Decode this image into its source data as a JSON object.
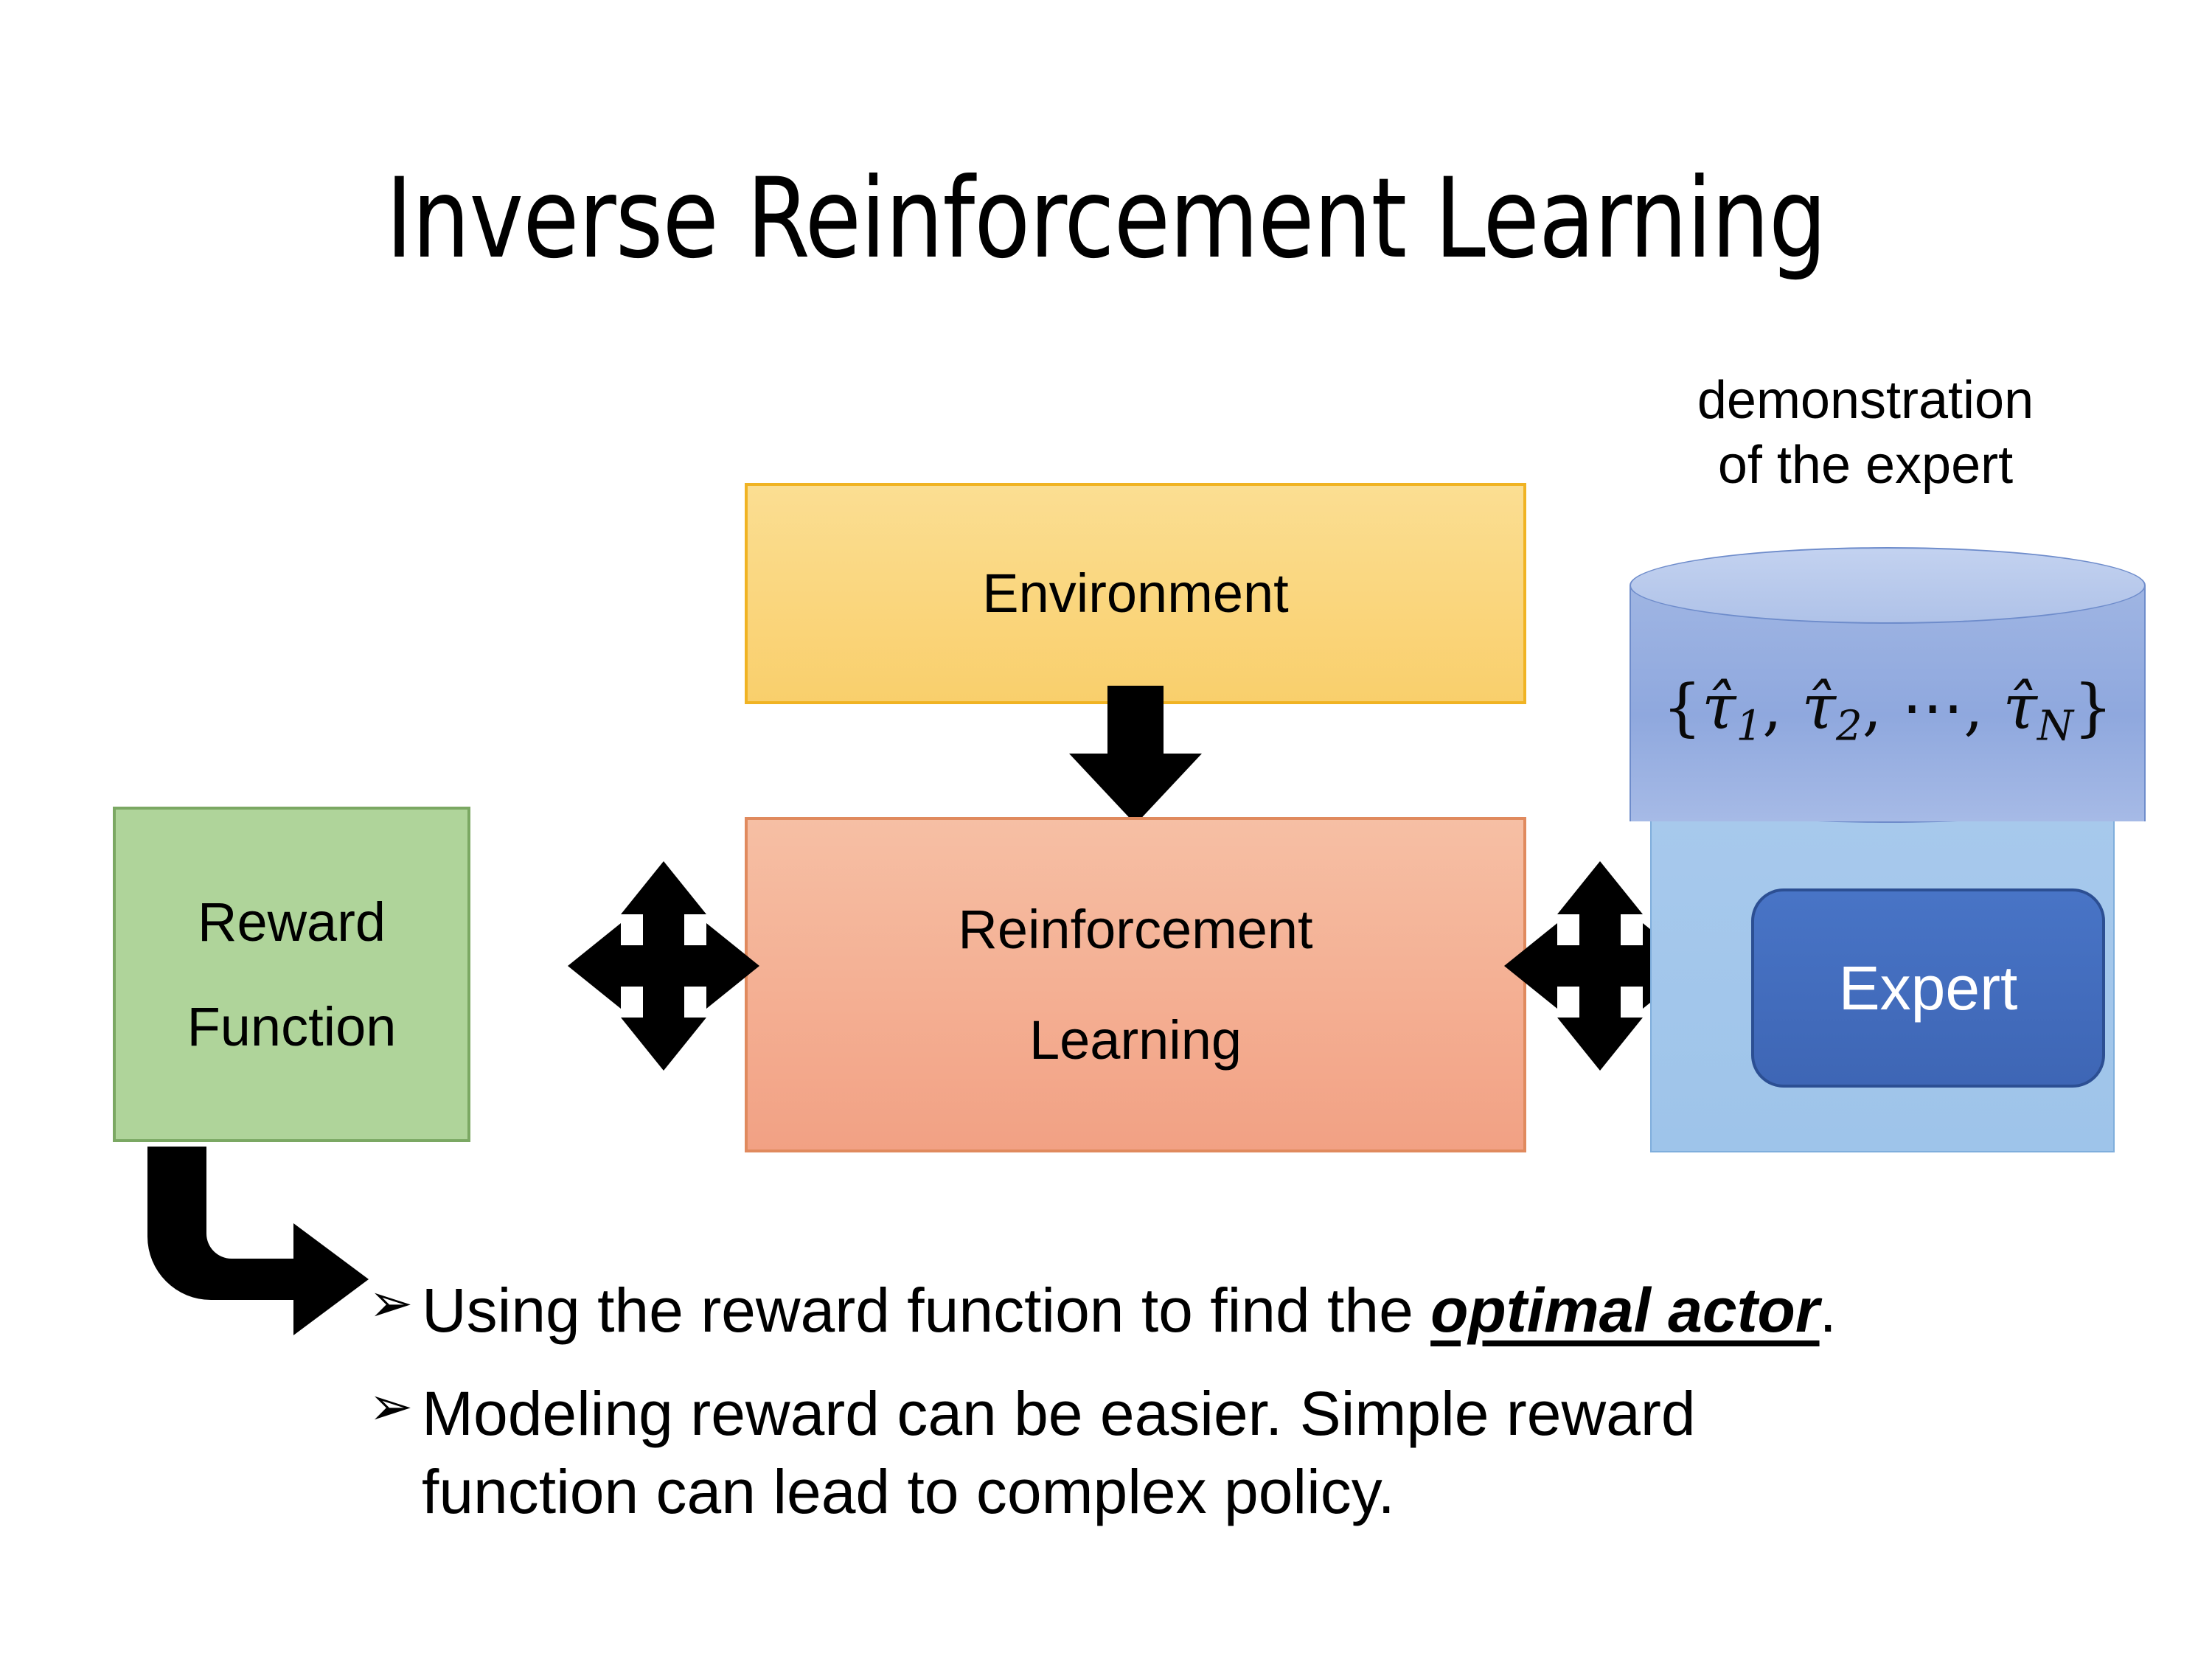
{
  "slide": {
    "title": "Inverse Reinforcement Learning",
    "background_color": "#FFFFFF"
  },
  "diagram": {
    "environment": {
      "label": "Environment",
      "fill_color": "#F9CF6C",
      "border_color": "#F0B323"
    },
    "reinforcement_learning": {
      "label_line1": "Reinforcement",
      "label_line2": "Learning",
      "fill_color": "#F2A184",
      "border_color": "#E08A5E"
    },
    "reward_function": {
      "label_line1": "Reward",
      "label_line2": "Function",
      "fill_color": "#AFD49A",
      "border_color": "#7BA863"
    },
    "expert": {
      "caption_line1": "demonstration",
      "caption_line2": "of the expert",
      "label": "Expert",
      "fill_color": "#4472C4",
      "border_color": "#2C4F93",
      "backdrop_color": "#9EC4EA",
      "cylinder_color": "#8FAADC",
      "cylinder_top_color": "#B4C7E7",
      "formula": {
        "open_brace": "{",
        "tau1": "τ̂",
        "sub1": "1",
        "comma1": ", ",
        "tau2": "τ̂",
        "sub2": "2",
        "comma2": ", ",
        "ellipsis": "⋯",
        "comma3": ", ",
        "tauN": "τ̂",
        "subN": "N",
        "close_brace": "}",
        "plain": "{τ̂1, τ̂2, ⋯, τ̂N}"
      }
    },
    "arrows": {
      "environment_to_rl": "down-arrow",
      "reward_rl_link": "four-way-arrow",
      "rl_expert_link": "four-way-arrow",
      "reward_to_bullets": "bent-arrow"
    }
  },
  "bullets": [
    {
      "marker": "➢",
      "prefix": "Using the reward function to find the ",
      "emphasis": "optimal actor",
      "suffix": "."
    },
    {
      "marker": "➢",
      "line1": "Modeling reward can be easier. Simple reward",
      "line2": "function can lead to complex policy."
    }
  ]
}
